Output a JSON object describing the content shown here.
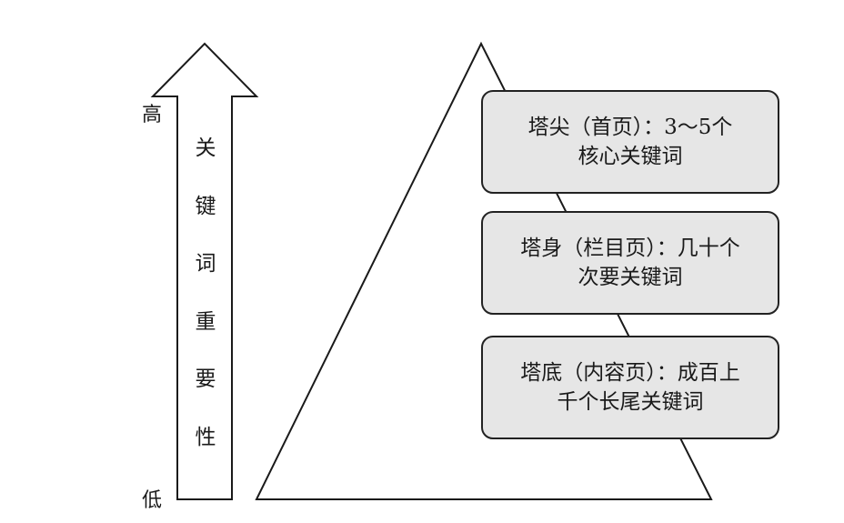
{
  "scale": {
    "high_label": "高",
    "low_label": "低",
    "arrow_chars": [
      "关",
      "键",
      "词",
      "重",
      "要",
      "性"
    ]
  },
  "tiers": [
    {
      "line1": "塔尖（首页）：3～5个",
      "line2": "核心关键词"
    },
    {
      "line1": "塔身（栏目页）：几十个",
      "line2": "次要关键词"
    },
    {
      "line1": "塔底（内容页）：成百上",
      "line2": "千个长尾关键词"
    }
  ],
  "colors": {
    "stroke": "#1a1a1a",
    "box_fill": "#e6e6e6",
    "background": "#ffffff"
  }
}
